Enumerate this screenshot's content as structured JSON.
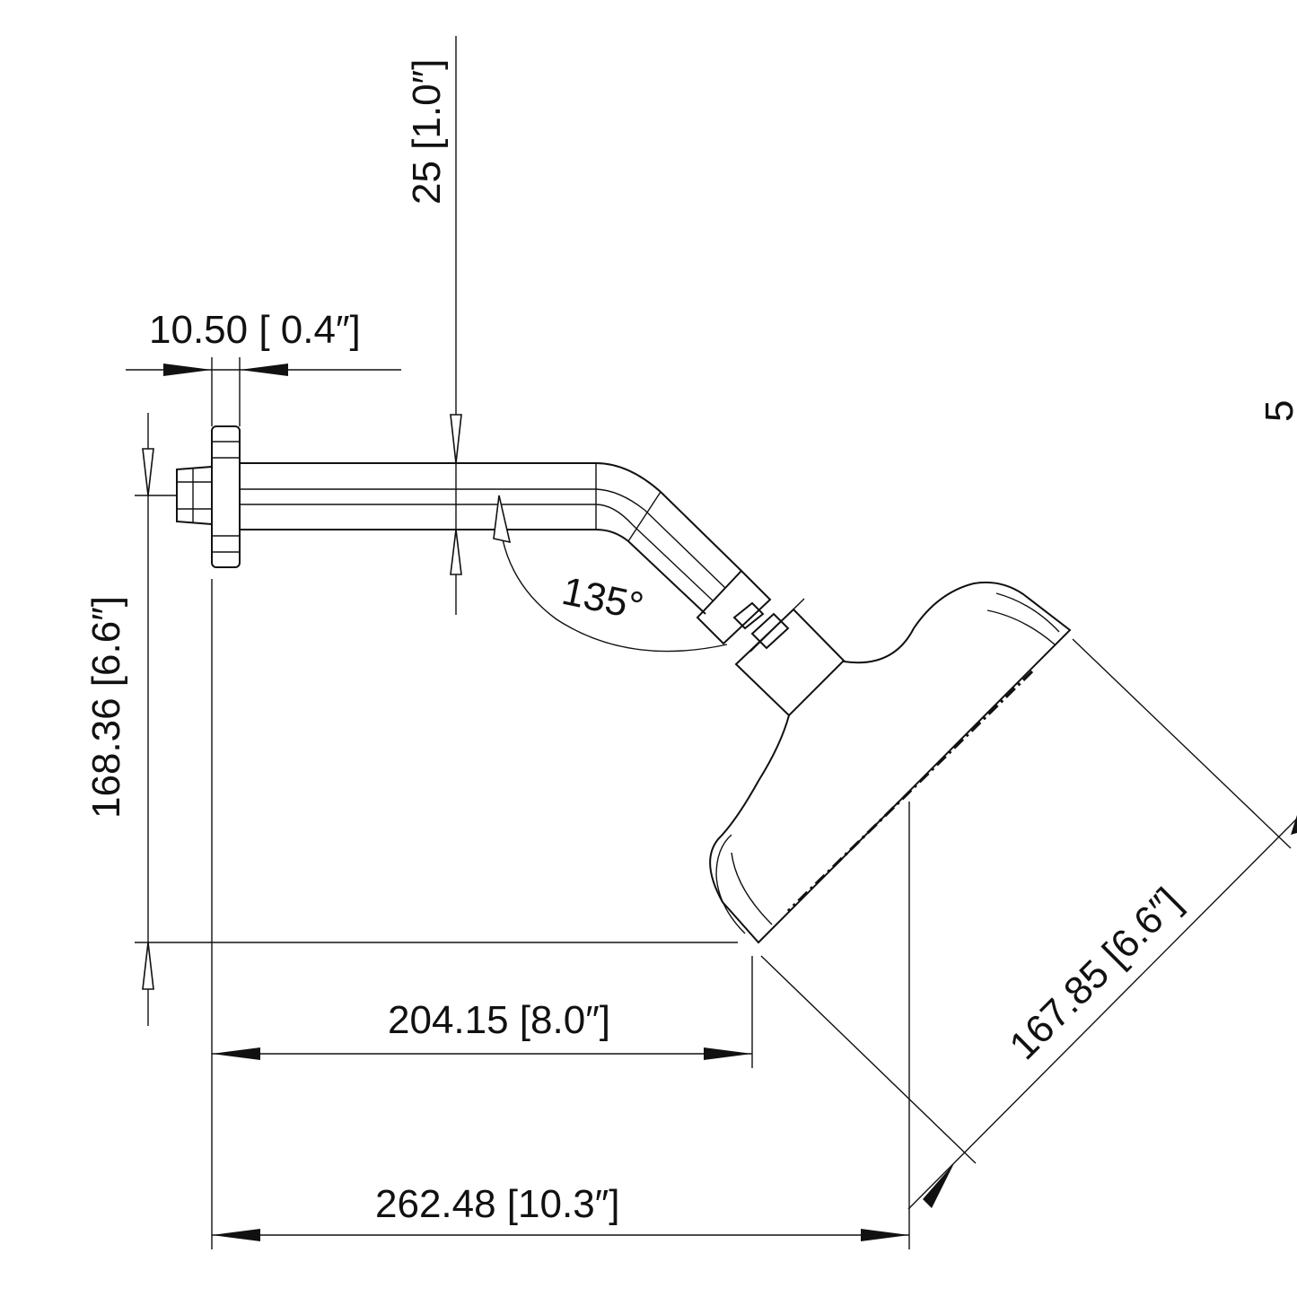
{
  "dimensions": {
    "riser_offset": "25 [1.0″]",
    "flange_width": "10.50 [ 0.4″]",
    "vertical_drop": "168.36 [6.6″]",
    "arm_reach": "204.15 [8.0″]",
    "overall_reach": "262.48 [10.3″]",
    "head_diameter": "167.85 [6.6″]",
    "arm_angle": "135°",
    "edge_fragment": "5"
  },
  "colors": {
    "line": "#111111",
    "background": "#ffffff"
  }
}
